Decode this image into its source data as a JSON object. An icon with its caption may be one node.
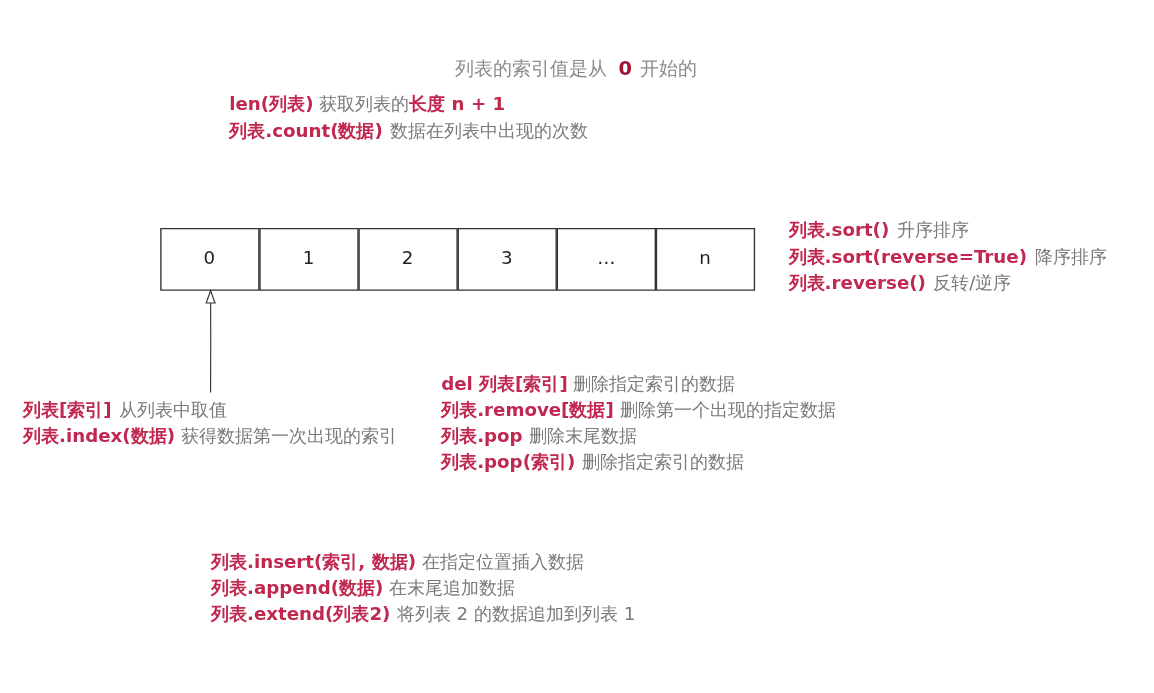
{
  "diagram": {
    "title": "列表的索引值是从 **0** 开始的",
    "nodes": [
      {
        "text": [
          "0"
        ]
      },
      {
        "text": [
          "1"
        ]
      },
      {
        "text": [
          "2"
        ]
      },
      {
        "text": [
          "3"
        ]
      },
      {
        "text": [
          "…"
        ]
      },
      {
        "text": [
          "n"
        ]
      },
      {
        "text": [
          "**列表[索引]** 从列表中取值",
          "**列表.index(数据)** 获得数据第一次出现的索引"
        ]
      }
    ],
    "edges": [
      {
        "from": 6,
        "to": 0,
        "arrow": "to"
      }
    ],
    "labels": [
      "**len(列表)** 获取列表的**长度 n + 1**",
      "**列表.count(数据)** 数据在列表中出现的次数",
      "**列表.sort()** 升序排序",
      "**列表.sort(reverse=True)** 降序排序",
      "**列表.reverse()** 反转/逆序",
      "**del 列表[索引]** 删除指定索引的数据",
      "**列表.remove[数据]** 删除第一个出现的指定数据",
      "**列表.pop** 删除末尾数据",
      "**列表.pop(索引)** 删除指定索引的数据",
      "**列表.insert(索引, 数据)** 在指定位置插入数据",
      "**列表.append(数据)** 在末尾追加数据",
      "**列表.extend(列表2)** 将列表 2 的数据追加到列表 1"
    ]
  }
}
